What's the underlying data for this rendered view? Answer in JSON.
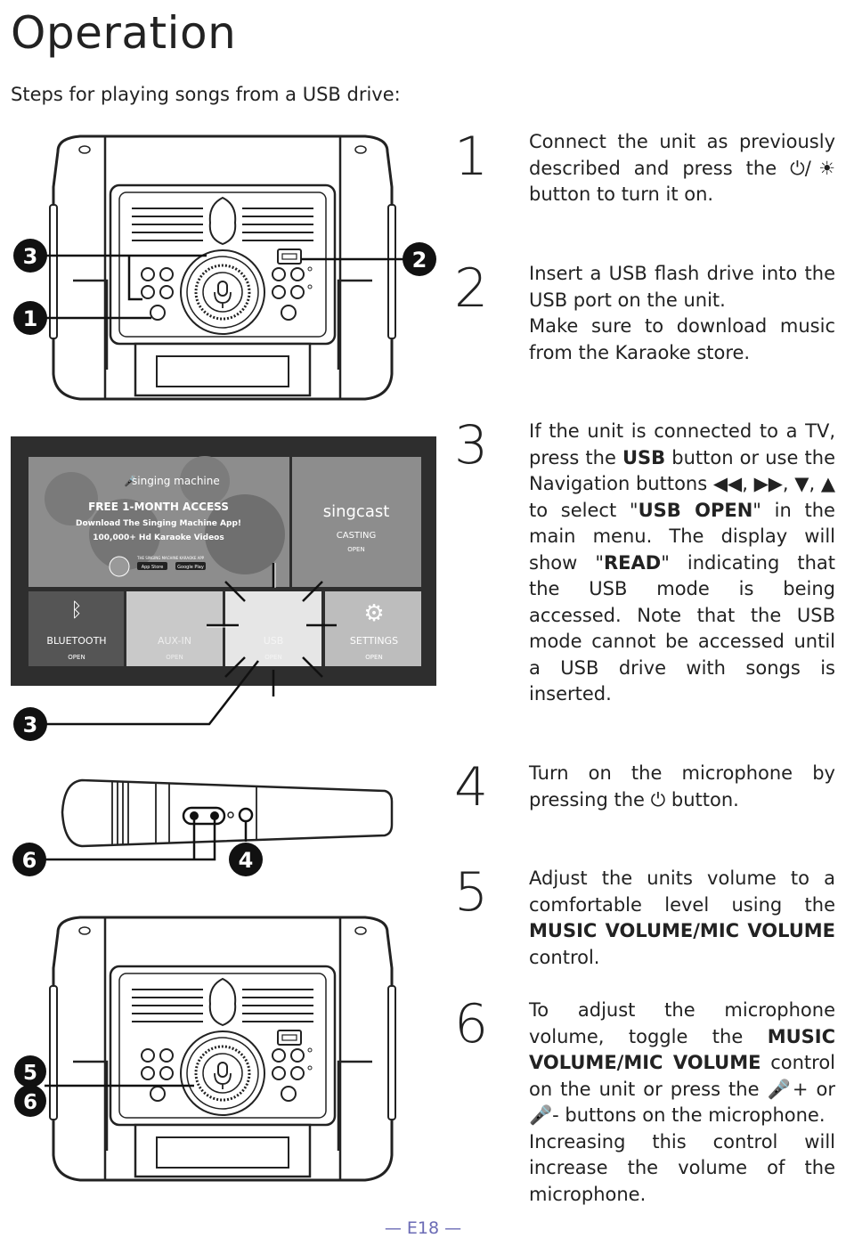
{
  "page": {
    "title": "Operation",
    "subtitle": "Steps for playing songs from a USB drive:",
    "page_number": "— E18 —"
  },
  "steps": [
    {
      "num": "1",
      "lines": [
        "Connect the unit as previously described and press the ⏻/☀ button to turn it on."
      ]
    },
    {
      "num": "2",
      "lines": [
        "Insert a USB flash drive into the USB port on the unit.",
        "Make sure to download music from the Karaoke store."
      ]
    },
    {
      "num": "3",
      "parts": [
        "If the unit is connected to a TV, press the ",
        "USB",
        " button or use the Navigation buttons ◀◀, ▶▶, ▼, ▲ to select \"",
        "USB OPEN",
        "\" in the main menu. The display will show \"",
        "READ",
        "\" indicating that the USB mode is being accessed. Note that the USB mode cannot be accessed until a USB drive with songs is inserted."
      ]
    },
    {
      "num": "4",
      "lines": [
        "Turn on the microphone by pressing the ⏻ button."
      ]
    },
    {
      "num": "5",
      "parts": [
        "Adjust the units volume to a comfortable level using the ",
        "MUSIC VOLUME/MIC VOLUME",
        " control."
      ]
    },
    {
      "num": "6",
      "parts": [
        "To adjust the microphone volume, toggle the ",
        "MUSIC VOLUME/MIC VOLUME",
        " control on the unit or press the 🎤+ or 🎤- buttons on the microphone."
      ],
      "extra": "Increasing this control will increase the volume of the microphone."
    }
  ],
  "callouts": {
    "unit_top": [
      "3",
      "2",
      "1"
    ],
    "tv": [
      "3"
    ],
    "mic": [
      "6",
      "4"
    ],
    "unit_bottom": [
      "5",
      "6"
    ]
  },
  "tv_screen": {
    "brand": "singing machine",
    "promo_line1": "FREE 1-MONTH ACCESS",
    "promo_line2": "Download The Singing Machine App!",
    "promo_line3": "100,000+ Hd Karaoke Videos",
    "promo_small": "THE SINGING MACHINE KARAOKE APP",
    "app_store": "App Store",
    "google_play": "Google Play",
    "casting_brand": "singcast",
    "casting_label": "CASTING",
    "casting_open": "OPEN",
    "tiles": [
      {
        "label": "BLUETOOTH",
        "open": "OPEN"
      },
      {
        "label": "AUX-IN",
        "open": "OPEN"
      },
      {
        "label": "USB",
        "open": "OPEN"
      },
      {
        "label": "SETTINGS",
        "open": "OPEN"
      }
    ]
  }
}
